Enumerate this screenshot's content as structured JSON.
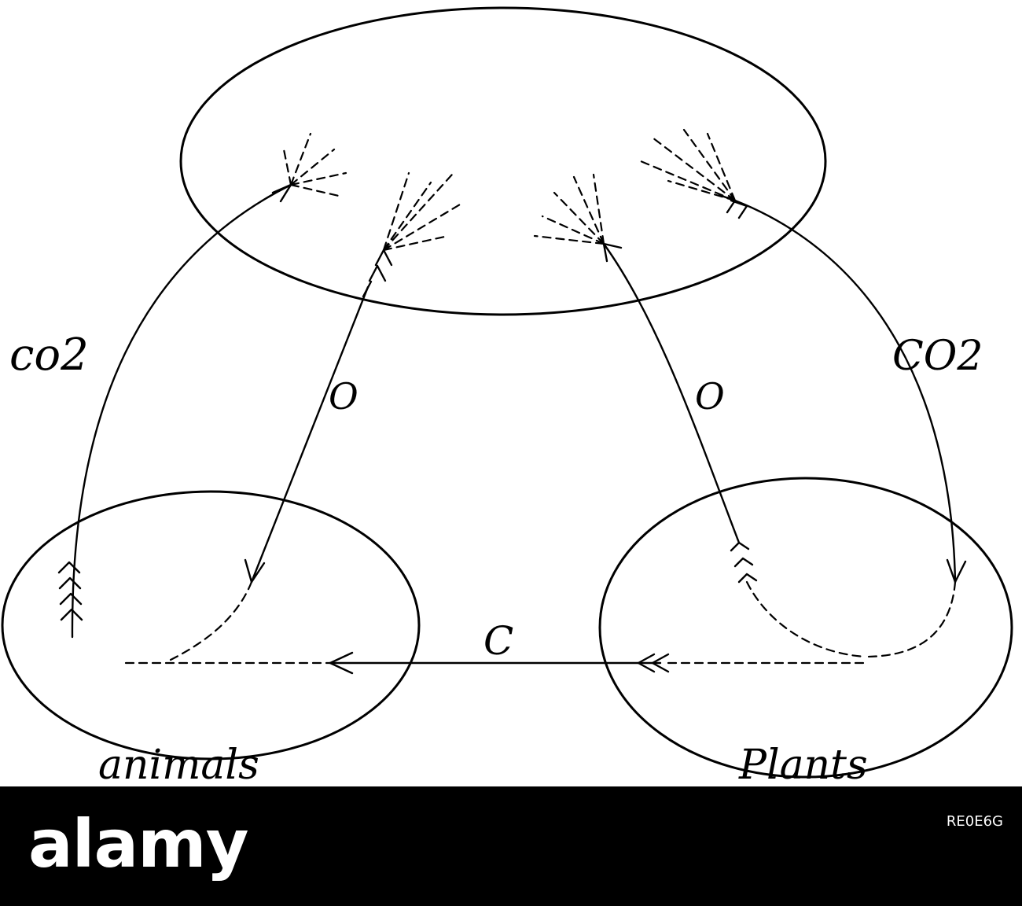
{
  "diagram": {
    "nodes": {
      "atmosphere": {
        "label": ""
      },
      "animals": {
        "label": "animals"
      },
      "plants": {
        "label": "Plants"
      }
    },
    "edges": [
      {
        "from": "animals",
        "to": "atmosphere",
        "label": "co2"
      },
      {
        "from": "atmosphere",
        "to": "animals",
        "label": "O"
      },
      {
        "from": "plants",
        "to": "atmosphere",
        "label": "O"
      },
      {
        "from": "atmosphere",
        "to": "plants",
        "label": "CO2"
      },
      {
        "from": "plants",
        "to": "animals",
        "label": "C"
      }
    ]
  },
  "labels": {
    "co2_left": "co2",
    "o_left": "O",
    "o_right": "O",
    "co2_right": "CO2",
    "c_middle": "C",
    "animals": "animals",
    "plants": "Plants"
  },
  "footer": {
    "logo_text": "alamy",
    "image_id": "RE0E6G",
    "background_color": "#000000"
  }
}
